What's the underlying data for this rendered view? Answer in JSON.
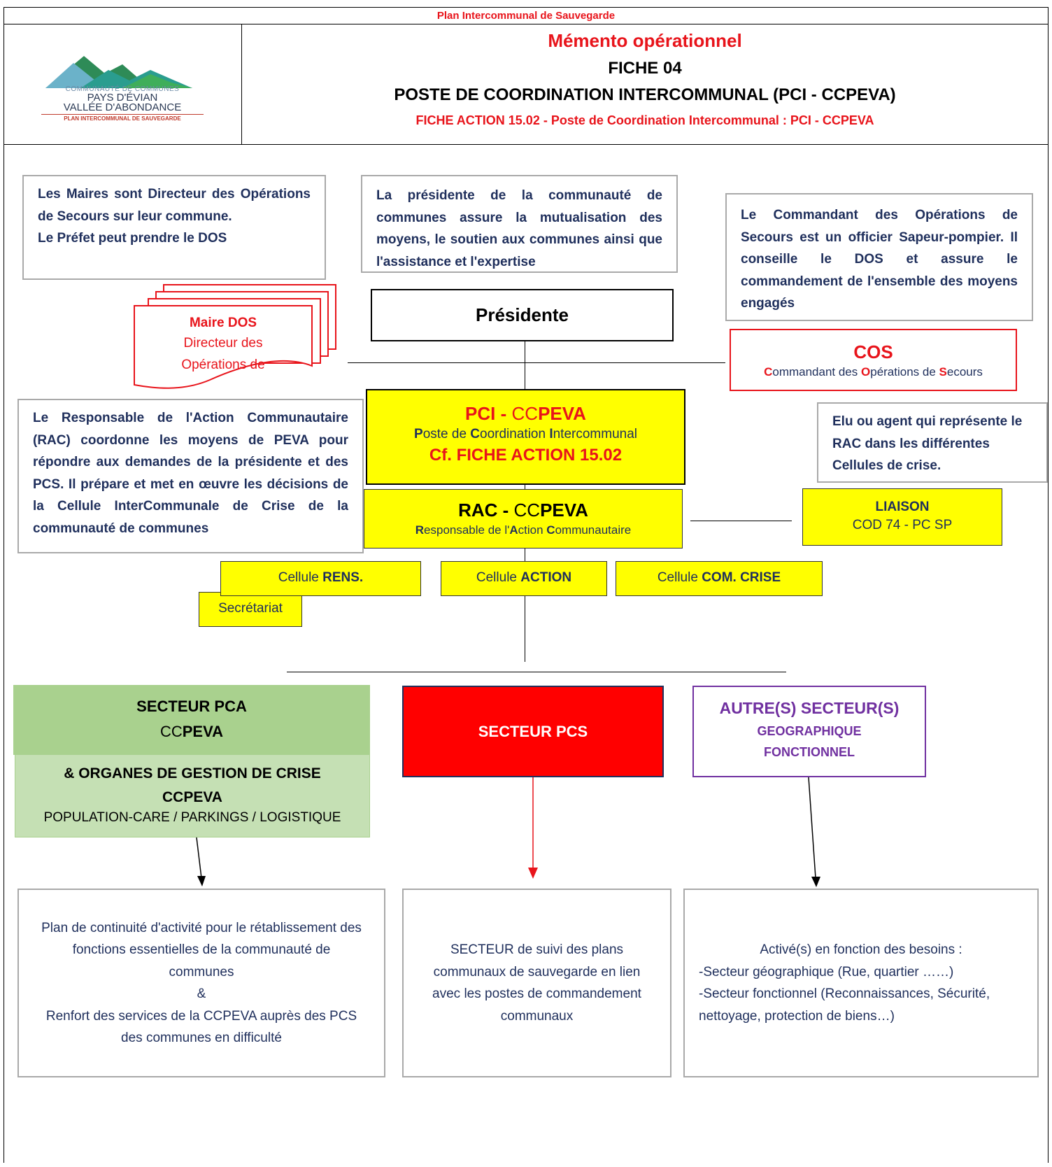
{
  "header": {
    "top_title": "Plan Intercommunal de Sauvegarde",
    "memento": "Mémento opérationnel",
    "fiche": "FICHE 04",
    "main_title": "POSTE DE COORDINATION INTERCOMMUNAL (PCI - CCPEVA)",
    "fiche_action": "FICHE ACTION 15.02 - Poste de Coordination Intercommunal : PCI - CCPEVA"
  },
  "logo": {
    "line1": "COMMUNAUTÉ DE COMMUNES",
    "line2": "PAYS D'ÉVIAN",
    "line3": "VALLÉE D'ABONDANCE",
    "line4": "PLAN INTERCOMMUNAL DE SAUVEGARDE"
  },
  "notes": {
    "maires": "Les Maires sont Directeur des Opérations de Secours sur leur commune.",
    "prefet": "Le Préfet peut prendre le DOS",
    "presidente": "La présidente de la communauté de communes assure la mutualisation des moyens, le soutien aux communes ainsi que l'assistance et l'expertise",
    "cos": "Le Commandant des Opérations de Secours est un officier Sapeur-pompier. Il conseille le DOS et assure le commandement de l'ensemble des moyens engagés",
    "rac": "Le Responsable de l'Action Communautaire (RAC) coordonne les moyens de PEVA pour répondre aux demandes de la présidente et des PCS. Il prépare et met en œuvre les décisions de la Cellule InterCommunale de Crise de la communauté de communes",
    "elu": "Elu ou agent qui représente le RAC dans les différentes Cellules de crise."
  },
  "maire": {
    "title": "Maire DOS",
    "line1": "Directeur des",
    "line2": "Opérations de"
  },
  "presidente_box": "Présidente",
  "cos_box": {
    "title": "COS",
    "sub_c": "C",
    "sub_1": "ommandant des ",
    "sub_o": "O",
    "sub_2": "pérations de ",
    "sub_s": "S",
    "sub_3": "ecours"
  },
  "pci": {
    "title_a": "PCI - ",
    "title_b": "CC",
    "title_c": "PEVA",
    "p": "P",
    "p_rest": "oste de ",
    "c": "C",
    "c_rest": "oordination ",
    "i": "I",
    "i_rest": "ntercommunal",
    "ref": "Cf. FICHE ACTION 15.02"
  },
  "rac": {
    "title_a": "RAC - ",
    "title_b": "CC",
    "title_c": "PEVA",
    "r": "R",
    "r_rest": "esponsable de l'",
    "a": "A",
    "a_rest": "ction ",
    "c": "C",
    "c_rest": "ommunautaire"
  },
  "liaison": {
    "title": "LIAISON",
    "sub": "COD 74 - PC SP"
  },
  "cells": {
    "prefix": "Cellule ",
    "rens": "RENS.",
    "action": "ACTION",
    "com": "COM. CRISE",
    "secretariat": "Secrétariat"
  },
  "secteurs": {
    "pca_title": "SECTEUR PCA",
    "pca_sub_a": "CC",
    "pca_sub_b": "PEVA",
    "pca_organes": "& ORGANES DE GESTION DE CRISE",
    "pca_ccpeva": "CCPEVA",
    "pca_list": "POPULATION-CARE / PARKINGS / LOGISTIQUE",
    "pcs": "SECTEUR PCS",
    "autres_title": "AUTRE(S) SECTEUR(S)",
    "autres_geo": "GEOGRAPHIQUE",
    "autres_fonc": "FONCTIONNEL"
  },
  "outcomes": {
    "pca_1": "Plan de continuité d'activité pour le rétablissement des fonctions essentielles de la communauté de communes",
    "pca_amp": "&",
    "pca_2": "Renfort des services de la CCPEVA auprès des PCS des communes en difficulté",
    "pcs": "SECTEUR de suivi des plans communaux de sauvegarde en lien avec les postes de commandement communaux",
    "autres_1": "Activé(s) en fonction des besoins :",
    "autres_2": "-Secteur géographique (Rue, quartier ……)",
    "autres_3": "-Secteur fonctionnel (Reconnaissances, Sécurité, nettoyage, protection de biens…)"
  },
  "colors": {
    "red": "#e8141b",
    "navy": "#1f2f5c",
    "yellow": "#ffff00",
    "green_dark": "#a9d18e",
    "green_light": "#c5e0b4",
    "purple": "#7030a0"
  }
}
